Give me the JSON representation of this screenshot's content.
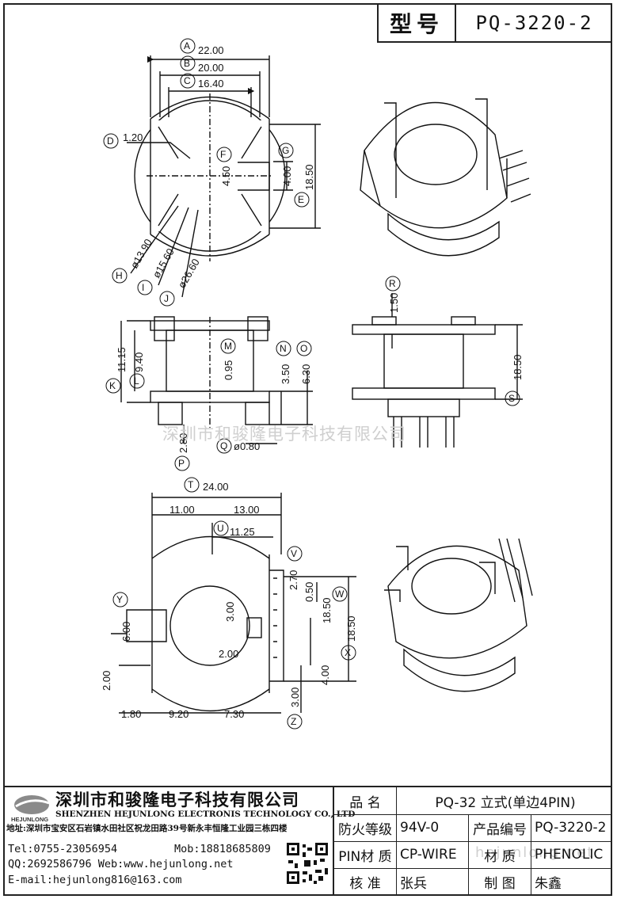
{
  "header": {
    "label": "型号",
    "model": "PQ-3220-2"
  },
  "watermark": "深圳市和骏隆电子科技有限公司",
  "watermark_url": "hejunlong.net",
  "dims_top": [
    {
      "m": "A",
      "v": "22.00"
    },
    {
      "m": "B",
      "v": "20.00"
    },
    {
      "m": "C",
      "v": "16.40"
    },
    {
      "m": "D",
      "v": "1.20"
    },
    {
      "m": "F",
      "v": "4.50"
    },
    {
      "m": "G",
      "v": "4.00"
    },
    {
      "m": "E",
      "v": "18.50"
    },
    {
      "m": "H",
      "v": "ø13.90"
    },
    {
      "m": "I",
      "v": "ø15.60"
    },
    {
      "m": "J",
      "v": "ø26.60"
    }
  ],
  "dims_mid": [
    {
      "m": "K",
      "v": "11.15"
    },
    {
      "m": "L",
      "v": "9.40"
    },
    {
      "m": "M",
      "v": "0.95"
    },
    {
      "m": "N",
      "v": "3.50"
    },
    {
      "m": "O",
      "v": "6.30"
    },
    {
      "m": "P",
      "v": "2.80"
    },
    {
      "m": "Q",
      "v": "ø0.80"
    },
    {
      "m": "R",
      "v": "1.50"
    },
    {
      "m": "S",
      "v": "18.50"
    }
  ],
  "dims_bot": [
    {
      "m": "T",
      "v": "24.00"
    },
    {
      "m": "",
      "v": "11.00"
    },
    {
      "m": "",
      "v": "13.00"
    },
    {
      "m": "U",
      "v": "11.25"
    },
    {
      "m": "V",
      "v": "2.70"
    },
    {
      "m": "",
      "v": "0.50"
    },
    {
      "m": "W",
      "v": "18.50"
    },
    {
      "m": "",
      "v": "3.00"
    },
    {
      "m": "Y",
      "v": "6.00"
    },
    {
      "m": "",
      "v": "2.00"
    },
    {
      "m": "X",
      "v": "18.50"
    },
    {
      "m": "",
      "v": "4.00"
    },
    {
      "m": "",
      "v": "2.00"
    },
    {
      "m": "Z",
      "v": "3.00"
    },
    {
      "m": "",
      "v": "1.80"
    },
    {
      "m": "",
      "v": "9.20"
    },
    {
      "m": "",
      "v": "7.30"
    }
  ],
  "company": {
    "logo_text": "HEJUNLONG",
    "name_cn": "深圳市和骏隆电子科技有限公司",
    "name_en": "SHENZHEN HEJUNLONG ELECTRONIS TECHNOLOGY CO., LTD",
    "address": "地址:深圳市宝安区石岩镇水田社区祝龙田路39号新永丰恒隆工业园三栋四楼",
    "tel": "Tel:0755-23056954",
    "mob": "Mob:18818685809",
    "qq_web": "QQ:2692586796 Web:www.hejunlong.net",
    "email": "E-mail:hejunlong816@163.com"
  },
  "info": {
    "name_label": "品 名",
    "name_value": "PQ-32 立式(单边4PIN)",
    "fire_label": "防火等级",
    "fire_value": "94V-0",
    "code_label": "产品编号",
    "code_value": "PQ-3220-2",
    "pin_label": "PIN材 质",
    "pin_value": "CP-WIRE",
    "mat_label": "材 质",
    "mat_value": "PHENOLIC",
    "check_label": "核 准",
    "check_value": "张兵",
    "draw_label": "制 图",
    "draw_value": "朱鑫"
  }
}
